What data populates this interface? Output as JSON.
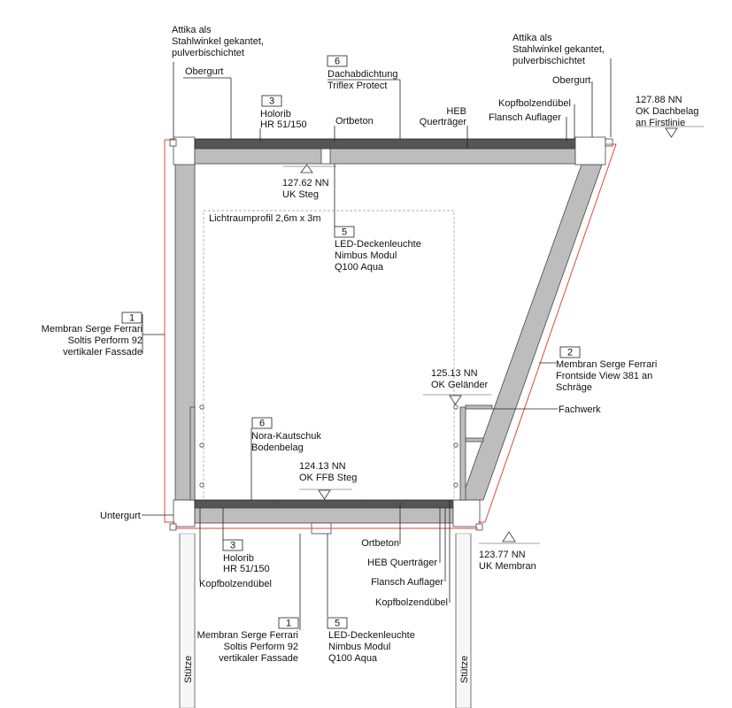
{
  "labels": {
    "attika_l1": "Attika als",
    "attika_l2": "Stahlwinkel gekantet,",
    "attika_l3": "pulverbischichtet",
    "obergurt_l": "Obergurt",
    "n6_top": "6",
    "dach1": "Dachabdichtung",
    "dach2": "Triflex Protect",
    "n3_top": "3",
    "holorib_t1": "Holorib",
    "holorib_t2": "HR  51/150",
    "ortbeton_t": "Ortbeton",
    "heb_t1": "HEB",
    "heb_t2": "Querträger",
    "attika_r1": "Attika als",
    "attika_r2": "Stahlwinkel gekantet,",
    "attika_r3": "pulverbischichtet",
    "obergurt_r": "Obergurt",
    "kopf_t": "Kopfbolzendübel",
    "flansch_t": "Flansch Auflager",
    "lvl_top1": "127.88 NN",
    "lvl_top2": "OK Dachbelag",
    "lvl_top3": "an Firstlinie",
    "lvl_ukst1": "127.62 NN",
    "lvl_ukst2": "UK Steg",
    "licht": "Lichtraumprofil 2,6m x 3m",
    "n5_top": "5",
    "led_t1": "LED-Deckenleuchte",
    "led_t2": "Nimbus Modul",
    "led_t3": "Q100 Aqua",
    "n1_l": "1",
    "mem_l1": "Membran Serge Ferrari",
    "mem_l2": "Soltis Perform 92",
    "mem_l3": "vertikaler Fassade",
    "n2_r": "2",
    "mem_r1": "Membran Serge Ferrari",
    "mem_r2": "Frontside View 381 an",
    "mem_r3": "Schräge",
    "lvl_gel1": "125.13 NN",
    "lvl_gel2": "OK Geländer",
    "fachwerk": "Fachwerk",
    "n6_bot": "6",
    "nora1": "Nora-Kautschuk",
    "nora2": "Bodenbelag",
    "lvl_ffb1": "124.13 NN",
    "lvl_ffb2": "OK FFB Steg",
    "untergurt": "Untergurt",
    "lvl_mem1": "123.77 NN",
    "lvl_mem2": "UK Membran",
    "n3_bot": "3",
    "holorib_b1": "Holorib",
    "holorib_b2": "HR  51/150",
    "kopf_bl": "Kopfbolzendübel",
    "ortbeton_b": "Ortbeton",
    "heb_b": "HEB Querträger",
    "flansch_b": "Flansch Auflager",
    "kopf_br": "Kopfbolzendübel",
    "n1_b": "1",
    "mem_b1": "Membran Serge Ferrari",
    "mem_b2": "Soltis Perform 92",
    "mem_b3": "vertikaler Fassade",
    "n5_b": "5",
    "led_b1": "LED-Deckenleuchte",
    "led_b2": "Nimbus Modul",
    "led_b3": "Q100 Aqua",
    "stuetze_l": "Stütze",
    "stuetze_r": "Stütze"
  }
}
